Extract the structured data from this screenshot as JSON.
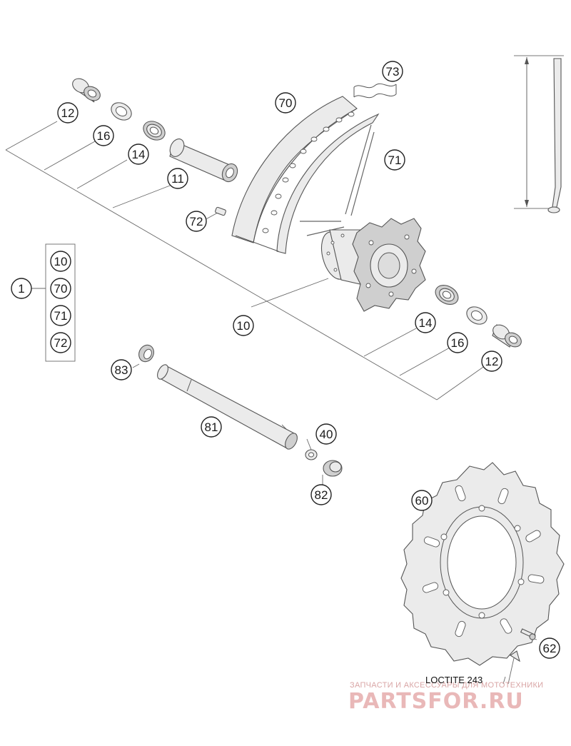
{
  "callouts": {
    "c12a": "12",
    "c16a": "16",
    "c14a": "14",
    "c11": "11",
    "c70": "70",
    "c73": "73",
    "c71": "71",
    "c72": "72",
    "c10": "10",
    "c14b": "14",
    "c16b": "16",
    "c12b": "12",
    "c83": "83",
    "c81": "81",
    "c40": "40",
    "c82": "82",
    "c60": "60",
    "c62": "62",
    "c1": "1"
  },
  "kit": {
    "items": [
      "10",
      "70",
      "71",
      "72"
    ]
  },
  "note": "LOCTITE 243",
  "watermark": {
    "tagline": "ЗАПЧАСТИ И АКСЕССУАРЫ ДЛЯ МОТОТЕХНИКИ",
    "brand": "PARTSFOR.RU"
  }
}
